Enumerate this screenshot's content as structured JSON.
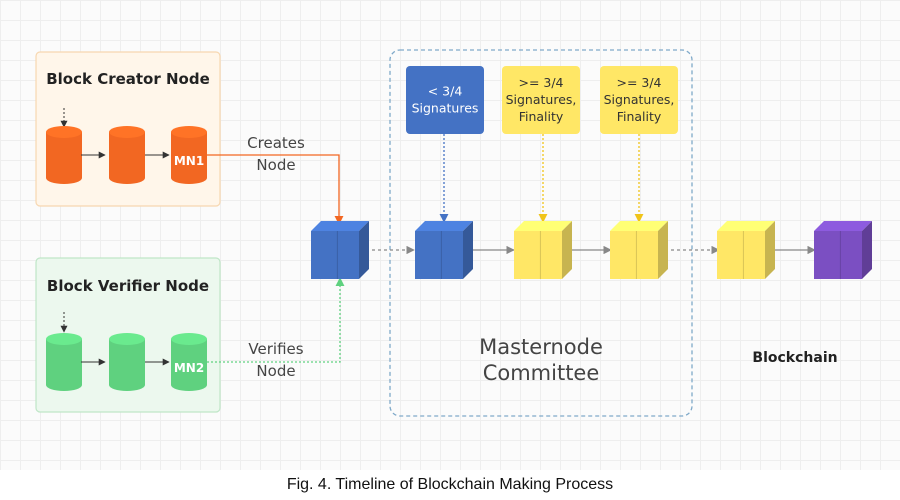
{
  "creator_panel": {
    "title": "Block Creator Node",
    "node_label": "MN1",
    "color": "#f26722"
  },
  "verifier_panel": {
    "title": "Block Verifier Node",
    "node_label": "MN2",
    "color": "#5fd17f"
  },
  "edges": {
    "creates": [
      "Creates",
      "Node"
    ],
    "verifies": [
      "Verifies",
      "Node"
    ]
  },
  "committee": {
    "label": [
      "Masternode",
      "Committee"
    ],
    "signatures": [
      {
        "lines": [
          "< 3/4",
          "Signatures"
        ],
        "fill": "#4472c4",
        "text_color": "#ffffff"
      },
      {
        "lines": [
          ">= 3/4",
          "Signatures,",
          "Finality"
        ],
        "fill": "#ffe766",
        "text_color": "#333333"
      },
      {
        "lines": [
          ">= 3/4",
          "Signatures,",
          "Finality"
        ],
        "fill": "#ffe766",
        "text_color": "#333333"
      }
    ]
  },
  "chain": {
    "label": "Blockchain"
  },
  "colors": {
    "blue_block": "#4472c4",
    "yellow_block": "#ffe766",
    "purple_block": "#7b4fc2",
    "connector": "#888888"
  },
  "caption": "Fig. 4. Timeline of Blockchain Making Process"
}
